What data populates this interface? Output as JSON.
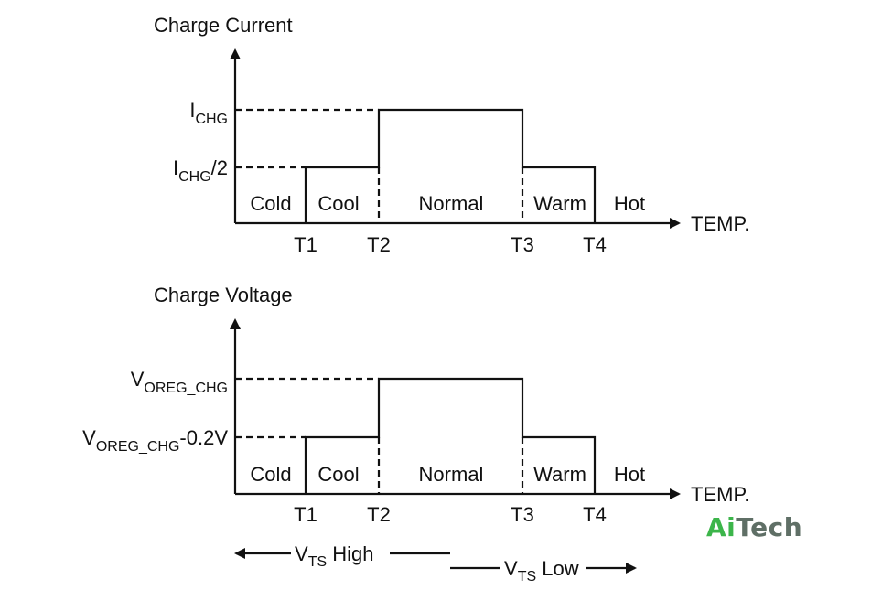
{
  "current_chart": {
    "y_axis_title": "Charge Current",
    "x_axis_title": "TEMP.",
    "level_high": {
      "main": "I",
      "sub": "CHG",
      "suffix": ""
    },
    "level_low": {
      "main": "I",
      "sub": "CHG",
      "suffix": "/2"
    },
    "regions": [
      "Cold",
      "Cool",
      "Normal",
      "Warm",
      "Hot"
    ],
    "ticks": [
      "T1",
      "T2",
      "T3",
      "T4"
    ]
  },
  "voltage_chart": {
    "y_axis_title": "Charge Voltage",
    "x_axis_title": "TEMP.",
    "level_high": {
      "main": "V",
      "sub": "OREG_CHG",
      "suffix": ""
    },
    "level_low": {
      "main": "V",
      "sub": "OREG_CHG",
      "suffix": "-0.2V"
    },
    "regions": [
      "Cold",
      "Cool",
      "Normal",
      "Warm",
      "Hot"
    ],
    "ticks": [
      "T1",
      "T2",
      "T3",
      "T4"
    ]
  },
  "vts_high": {
    "main": "V",
    "sub": "TS",
    "suffix": " High"
  },
  "vts_low": {
    "main": "V",
    "sub": "TS",
    "suffix": " Low"
  },
  "watermark": {
    "part1": "Ai",
    "part2": "Tech"
  }
}
